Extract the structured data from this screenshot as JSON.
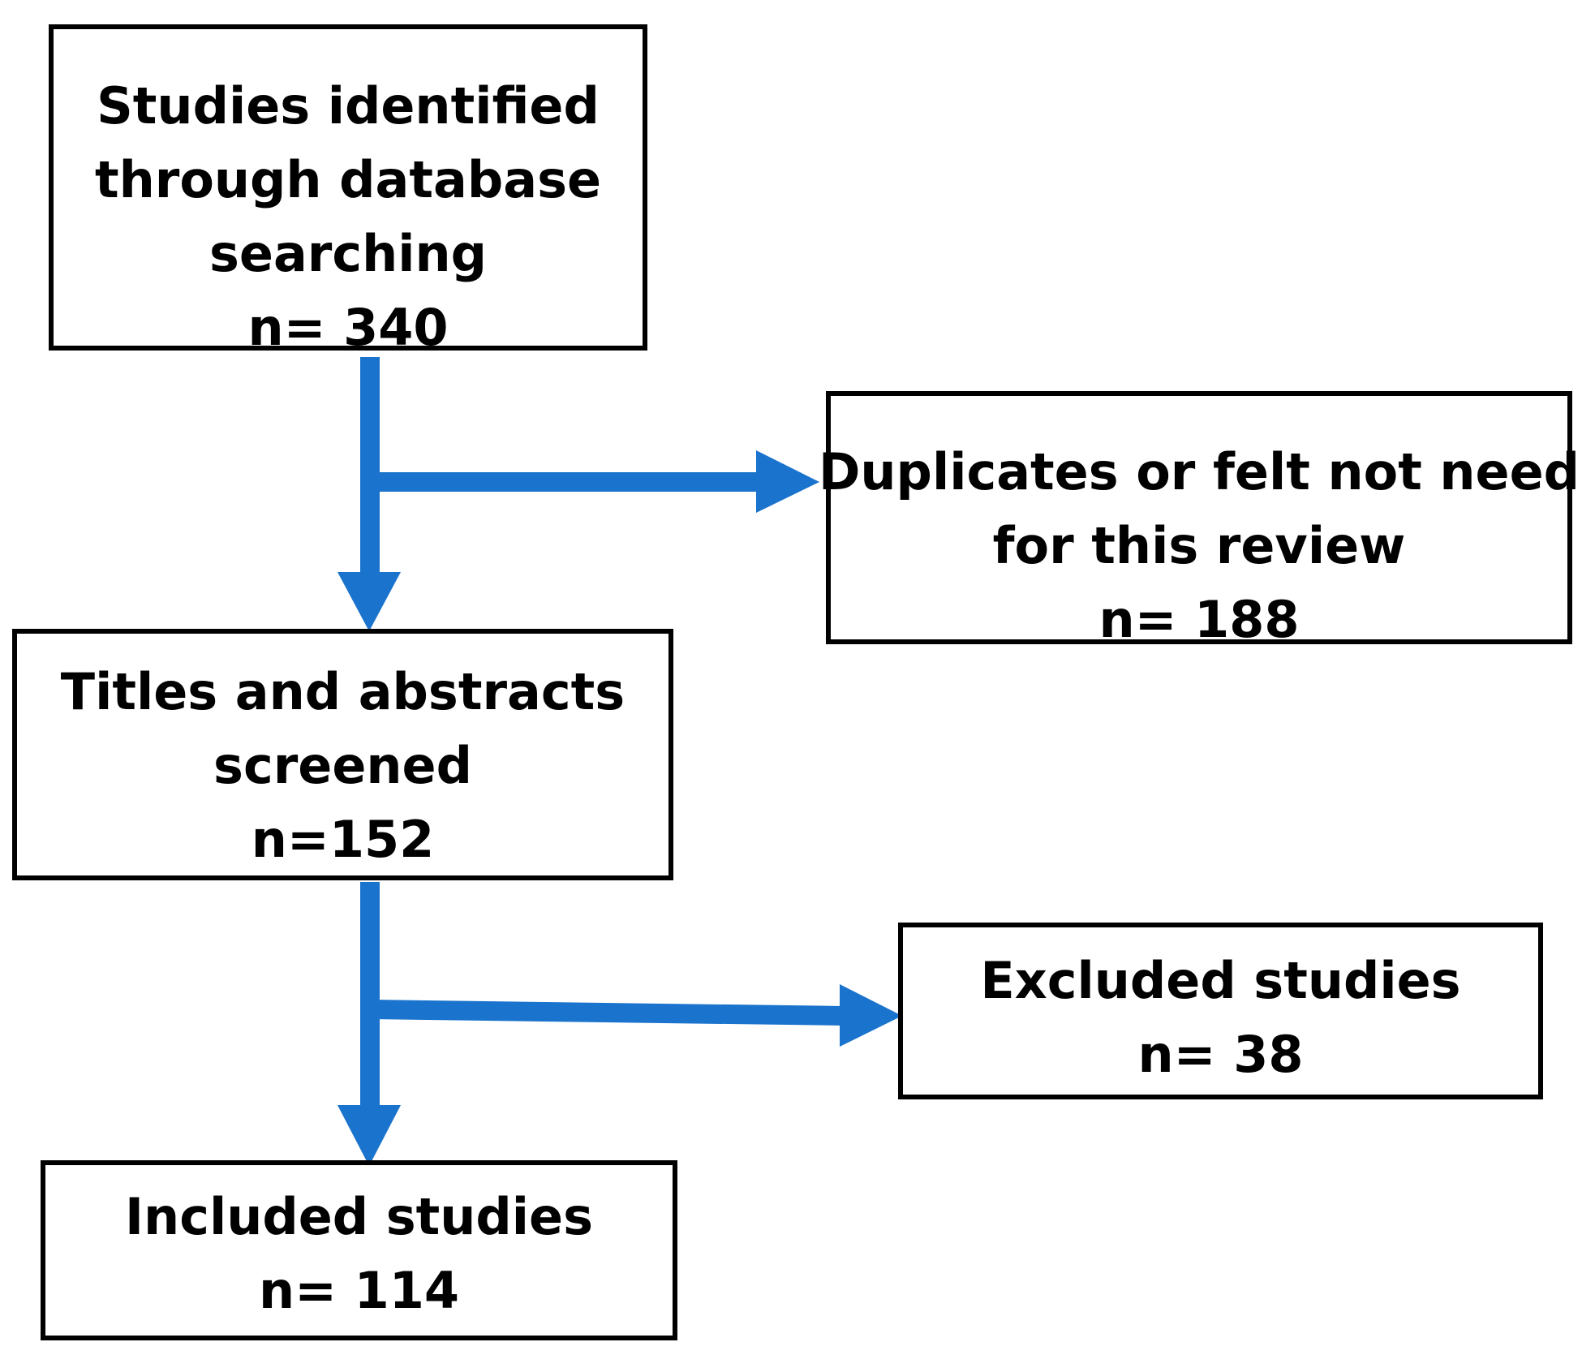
{
  "colors": {
    "arrow": "#1a73cc",
    "box_border": "#000000",
    "text": "#000000",
    "background": "#ffffff"
  },
  "boxes": {
    "identified": {
      "lines": [
        "Studies identified",
        "through database",
        "searching"
      ],
      "count": "n= 340"
    },
    "duplicates": {
      "lines": [
        "Duplicates or felt not need",
        "for this review"
      ],
      "count": "n= 188"
    },
    "screened": {
      "lines": [
        "Titles and abstracts",
        "screened"
      ],
      "count": "n=152"
    },
    "excluded": {
      "lines": [
        "Excluded studies"
      ],
      "count": "n= 38"
    },
    "included": {
      "lines": [
        "Included studies"
      ],
      "count": "n= 114"
    }
  }
}
